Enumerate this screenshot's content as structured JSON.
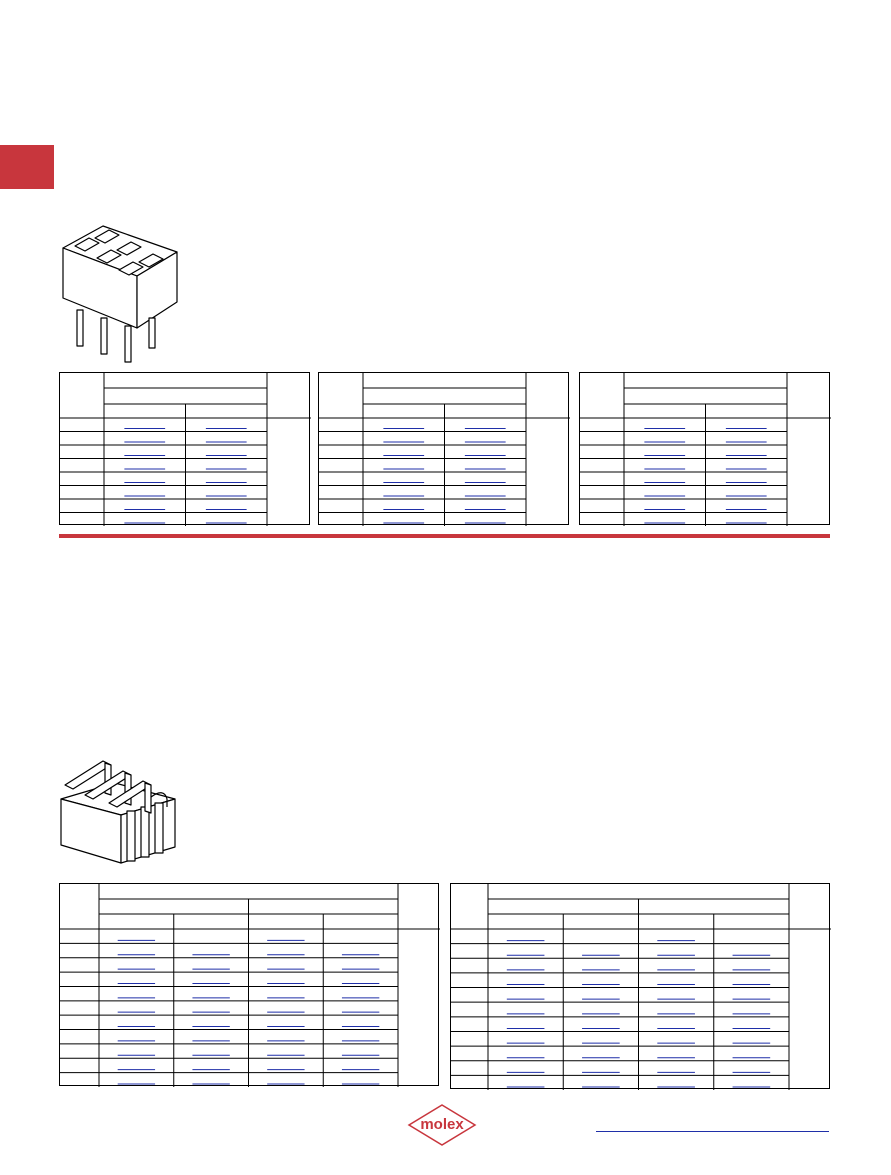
{
  "page": {
    "accent_color": "#c8363d",
    "link_color": "#1f2fa8",
    "section_tab_color": "#c8363d",
    "footer_link_text": ""
  },
  "brand": {
    "logo_text": "molex",
    "icon": "molex-logo-icon"
  },
  "section_top": {
    "product_image": "vertical-2x3-receptacle-header-image",
    "tables": [
      {
        "rows": 8,
        "group_cols": 2
      },
      {
        "rows": 8,
        "group_cols": 2
      },
      {
        "rows": 8,
        "group_cols": 2
      }
    ]
  },
  "section_bottom": {
    "product_image": "right-angle-receptacle-header-image",
    "tables": [
      {
        "rows": 11,
        "group_cols": 4
      },
      {
        "rows": 11,
        "group_cols": 4
      }
    ]
  }
}
